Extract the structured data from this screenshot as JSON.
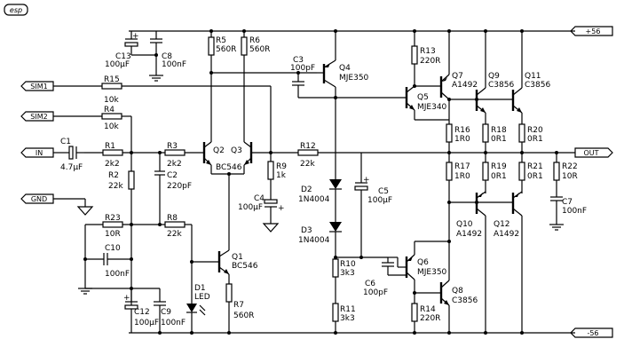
{
  "logo": "esp",
  "ports": {
    "sim1": "SIM1",
    "sim2": "SIM2",
    "in": "IN",
    "gnd": "GND",
    "out": "OUT",
    "vpos": "+56",
    "vneg": "-56"
  },
  "components": {
    "c13": {
      "ref": "C13",
      "value": "100µF"
    },
    "c8": {
      "ref": "C8",
      "value": "100nF"
    },
    "r5": {
      "ref": "R5",
      "value": "560R"
    },
    "r6": {
      "ref": "R6",
      "value": "560R"
    },
    "c3": {
      "ref": "C3",
      "value": "100pF"
    },
    "q4": {
      "ref": "Q4",
      "value": "MJE350"
    },
    "r13": {
      "ref": "R13",
      "value": "220R"
    },
    "q7": {
      "ref": "Q7",
      "value": "A1492"
    },
    "q9": {
      "ref": "Q9",
      "value": "C3856"
    },
    "q11": {
      "ref": "Q11",
      "value": "C3856"
    },
    "r15": {
      "ref": "R15",
      "value": "10k"
    },
    "r4": {
      "ref": "R4",
      "value": "10k"
    },
    "q5": {
      "ref": "Q5",
      "value": "MJE340"
    },
    "c1": {
      "ref": "C1",
      "value": "4.7µF"
    },
    "r1": {
      "ref": "R1",
      "value": "2k2"
    },
    "r3": {
      "ref": "R3",
      "value": "2k2"
    },
    "q2": {
      "ref": "Q2",
      "value": "BC546"
    },
    "q3": {
      "ref": "Q3"
    },
    "r12": {
      "ref": "R12",
      "value": "22k"
    },
    "r16": {
      "ref": "R16",
      "value": "1R0"
    },
    "r18": {
      "ref": "R18",
      "value": "0R1"
    },
    "r20": {
      "ref": "R20",
      "value": "0R1"
    },
    "r2": {
      "ref": "R2",
      "value": "22k"
    },
    "c2": {
      "ref": "C2",
      "value": "220pF"
    },
    "r9": {
      "ref": "R9",
      "value": "1k"
    },
    "r17": {
      "ref": "R17",
      "value": "1R0"
    },
    "r19": {
      "ref": "R19",
      "value": "0R1"
    },
    "r21": {
      "ref": "R21",
      "value": "0R1"
    },
    "r22": {
      "ref": "R22",
      "value": "10R"
    },
    "c4": {
      "ref": "C4",
      "value": "100µF"
    },
    "d2": {
      "ref": "D2",
      "value": "1N4004"
    },
    "c5": {
      "ref": "C5",
      "value": "100µF"
    },
    "c7": {
      "ref": "C7",
      "value": "100nF"
    },
    "r23": {
      "ref": "R23",
      "value": "10R"
    },
    "r8": {
      "ref": "R8",
      "value": "22k"
    },
    "q10": {
      "ref": "Q10",
      "value": "A1492"
    },
    "q12": {
      "ref": "Q12",
      "value": "A1492"
    },
    "d3": {
      "ref": "D3",
      "value": "1N4004"
    },
    "c10": {
      "ref": "C10",
      "value": "100nF"
    },
    "q1": {
      "ref": "Q1",
      "value": "BC546"
    },
    "r10": {
      "ref": "R10",
      "value": "3k3"
    },
    "q6": {
      "ref": "Q6",
      "value": "MJE350"
    },
    "c6": {
      "ref": "C6",
      "value": "100pF"
    },
    "q8": {
      "ref": "Q8",
      "value": "C3856"
    },
    "d1": {
      "ref": "D1",
      "value": "LED"
    },
    "r7": {
      "ref": "R7",
      "value": "560R"
    },
    "r11": {
      "ref": "R11",
      "value": "3k3"
    },
    "r14": {
      "ref": "R14",
      "value": "220R"
    },
    "c12": {
      "ref": "C12",
      "value": "100µF"
    },
    "c9": {
      "ref": "C9",
      "value": "100nF"
    }
  }
}
